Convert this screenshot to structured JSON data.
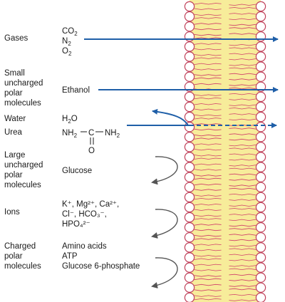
{
  "colors": {
    "membrane_core": "#f7ec9a",
    "head_outline": "#c0405a",
    "tail_color": "#d0406a",
    "arrow_blue": "#1f5fa8",
    "rebound_arrow": "#555555"
  },
  "categories": [
    {
      "id": "gases",
      "lines": [
        "Gases"
      ],
      "molecules": [
        {
          "base": "CO",
          "sub": "2"
        },
        {
          "base": "N",
          "sub": "2"
        },
        {
          "base": "O",
          "sub": "2"
        }
      ],
      "crosses": true
    },
    {
      "id": "small-polar",
      "lines": [
        "Small",
        "uncharged",
        "polar",
        "molecules"
      ],
      "molecules": [
        {
          "base": "Ethanol",
          "sub": ""
        }
      ],
      "crosses": true
    },
    {
      "id": "water-urea",
      "lines": [
        "Water",
        "Urea"
      ],
      "molecules": [
        {
          "base": "H",
          "sub": "2",
          "tail": "O"
        }
      ],
      "urea": {
        "left": "NH",
        "left_sub": "2",
        "c": "C",
        "o": "O",
        "right": "NH",
        "right_sub": "2"
      },
      "crosses": "partial"
    },
    {
      "id": "large-polar",
      "lines": [
        "Large",
        "uncharged",
        "polar",
        "molecules"
      ],
      "molecules": [
        {
          "base": "Glucose",
          "sub": ""
        }
      ],
      "crosses": false
    },
    {
      "id": "ions",
      "lines": [
        "Ions"
      ],
      "ion_lines": [
        "K⁺, Mg²⁺, Ca²⁺,",
        "Cl⁻, HCO₃⁻,",
        "HPO₄²⁻"
      ],
      "crosses": false
    },
    {
      "id": "charged-polar",
      "lines": [
        "Charged",
        "polar",
        "molecules"
      ],
      "molecules": [
        {
          "base": "Amino acids",
          "sub": ""
        },
        {
          "base": "ATP",
          "sub": ""
        },
        {
          "base": "Glucose 6-phosphate",
          "sub": ""
        }
      ],
      "crosses": false
    }
  ]
}
